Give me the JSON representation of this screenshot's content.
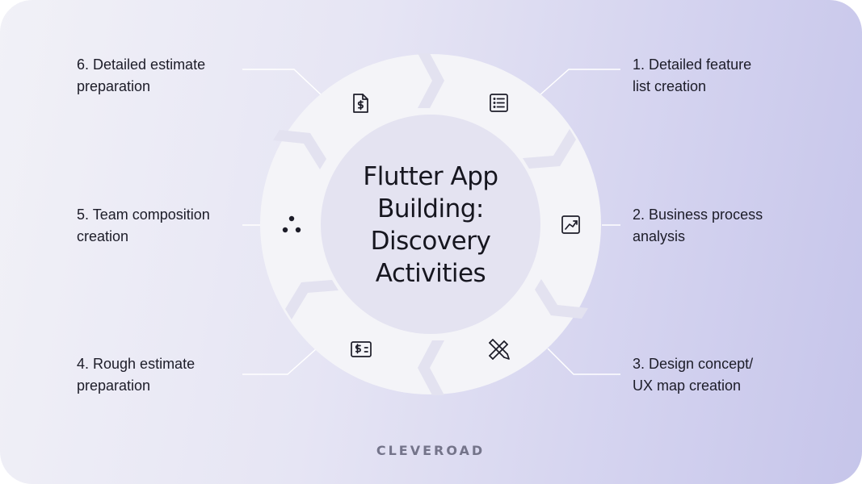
{
  "title": "Flutter App\nBuilding:\nDiscovery\nActivities",
  "steps": [
    {
      "label": "1. Detailed feature\nlist creation",
      "icon": "list-document-icon"
    },
    {
      "label": "2. Business process\nanalysis",
      "icon": "trending-chart-icon"
    },
    {
      "label": "3. Design concept/\nUX map creation",
      "icon": "design-tools-icon"
    },
    {
      "label": "4. Rough estimate\npreparation",
      "icon": "dollar-bill-icon"
    },
    {
      "label": "5. Team composition\ncreation",
      "icon": "team-dots-icon"
    },
    {
      "label": "6. Detailed estimate\npreparation",
      "icon": "dollar-document-icon"
    }
  ],
  "logo": "CLEVEROAD",
  "colors": {
    "ring": "#f4f4f8",
    "hub": "#e4e3f1",
    "connector": "#ffffff",
    "text": "#1c1c28",
    "logo": "#74748a"
  }
}
